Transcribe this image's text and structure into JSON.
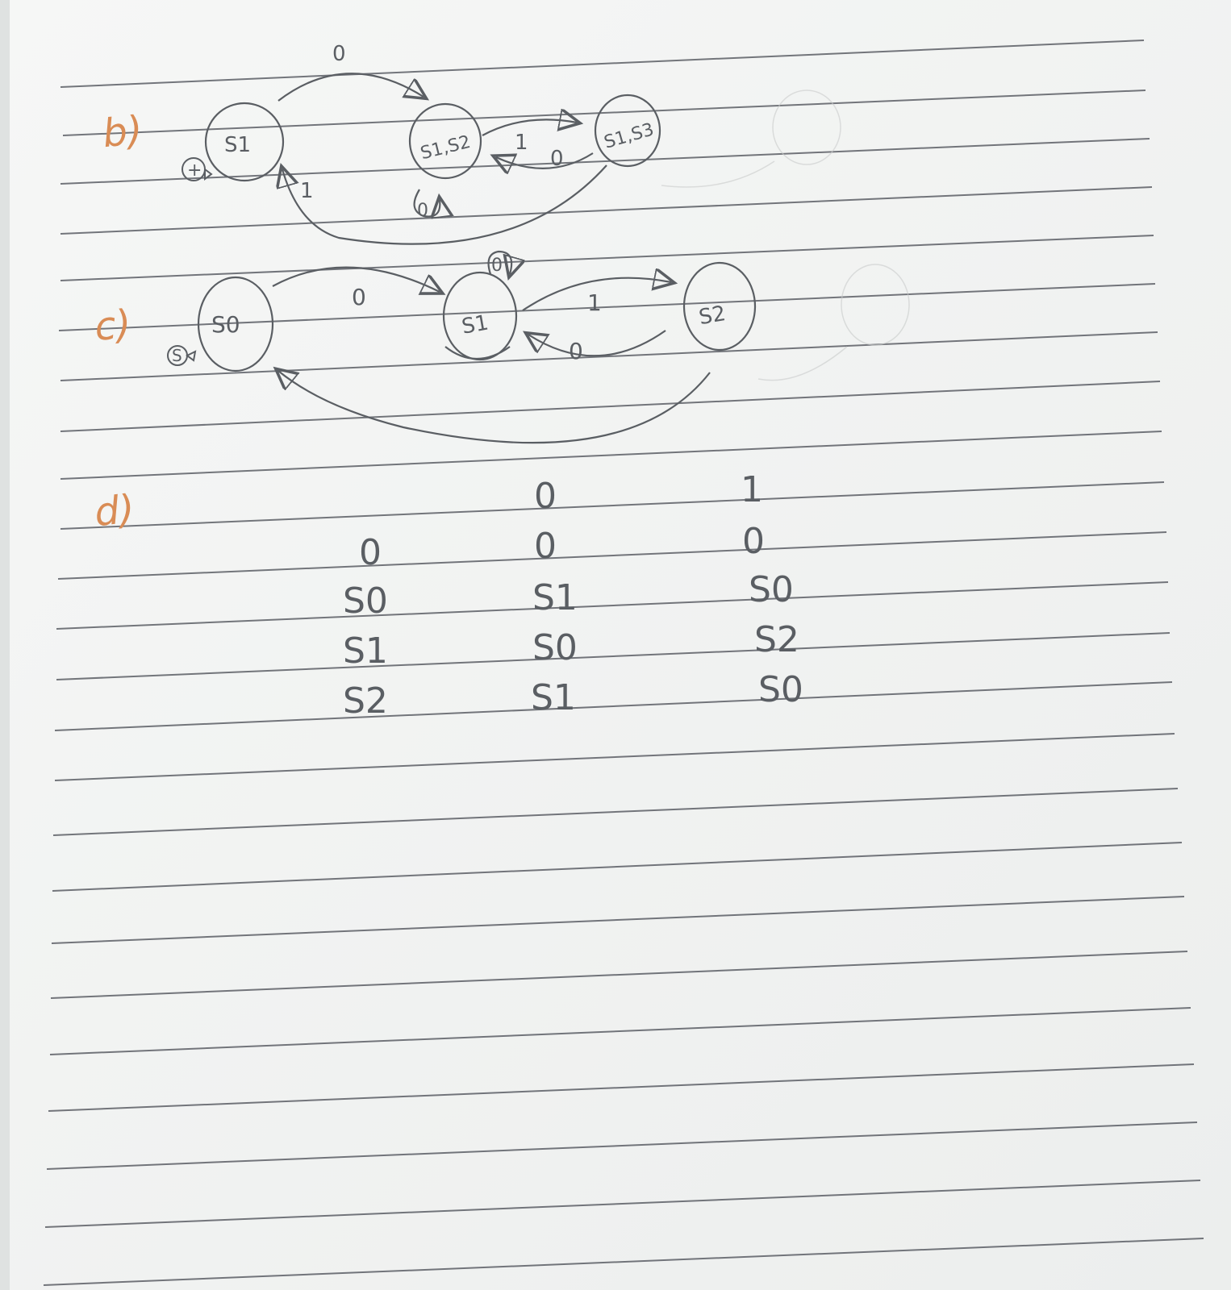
{
  "section_labels": {
    "b": "b)",
    "c": "c)",
    "d": "d)"
  },
  "diagram_b": {
    "states": {
      "s1": "S1",
      "s12": "S1,S2",
      "s13": "S1,S3"
    },
    "start_marker": "+",
    "edges": {
      "s1_to_s12": "0",
      "s12_self": "0",
      "s12_to_s13": "1",
      "s13_to_s12": "0",
      "s13_to_s1": "1"
    }
  },
  "diagram_c": {
    "states": {
      "s0": "S0",
      "s1": "S1",
      "s2": "S2"
    },
    "start_marker": "S",
    "edges": {
      "s0_to_s1": "0",
      "s1_self": "0",
      "s1_to_s2": "1",
      "s2_to_s1": "0"
    }
  },
  "table_d": {
    "header_left": "0",
    "columns": [
      {
        "heading": "0",
        "subheading": "0"
      },
      {
        "heading": "1",
        "subheading": "0"
      }
    ],
    "rows": [
      {
        "state": "S0",
        "c0": "S1",
        "c1": "S0"
      },
      {
        "state": "S1",
        "c0": "S0",
        "c1": "S2"
      },
      {
        "state": "S2",
        "c0": "S1",
        "c1": "S0"
      }
    ]
  },
  "colors": {
    "paper": "#f2f3f2",
    "rule": "#5c5f66",
    "pencil": "#5a5e63",
    "orange_ink": "#d98c55"
  }
}
